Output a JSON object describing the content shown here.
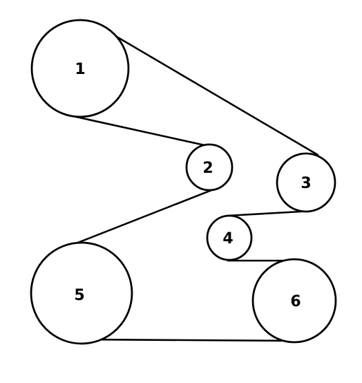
{
  "colors": {
    "background": "#ffffff",
    "line": "#000000"
  },
  "pulleys": [
    {
      "id": "p1",
      "label": "1"
    },
    {
      "id": "p2",
      "label": "2"
    },
    {
      "id": "p3",
      "label": "3"
    },
    {
      "id": "p4",
      "label": "4"
    },
    {
      "id": "p5",
      "label": "5"
    },
    {
      "id": "p6",
      "label": "6"
    }
  ]
}
